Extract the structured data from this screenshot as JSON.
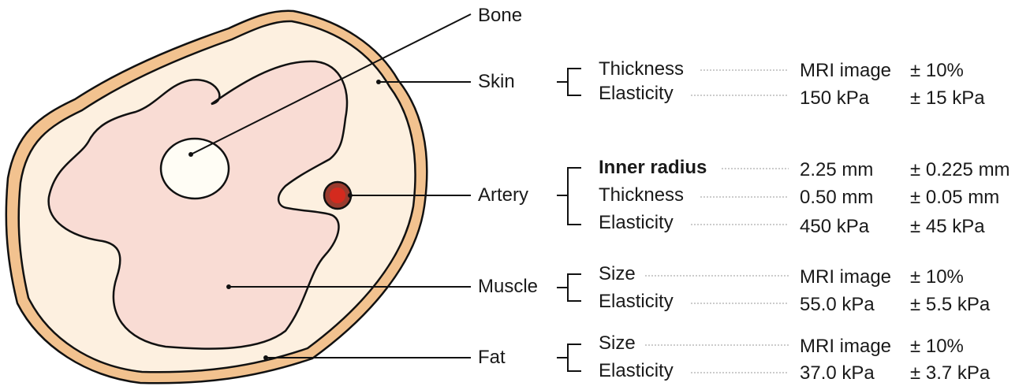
{
  "tissues": {
    "bone": {
      "label": "Bone"
    },
    "skin": {
      "label": "Skin",
      "rows": [
        {
          "property": "Thickness",
          "value": "MRI image",
          "tolerance": "± 10%"
        },
        {
          "property": "Elasticity",
          "value": "150 kPa",
          "tolerance": "± 15 kPa"
        }
      ]
    },
    "artery": {
      "label": "Artery",
      "rows": [
        {
          "property": "Inner radius",
          "value": "2.25 mm",
          "tolerance": "± 0.225 mm"
        },
        {
          "property": "Thickness",
          "value": "0.50 mm",
          "tolerance": "± 0.05 mm"
        },
        {
          "property": "Elasticity",
          "value": "450 kPa",
          "tolerance": "± 45 kPa"
        }
      ]
    },
    "muscle": {
      "label": "Muscle",
      "rows": [
        {
          "property": "Size",
          "value": "MRI image",
          "tolerance": "± 10%"
        },
        {
          "property": "Elasticity",
          "value": "55.0 kPa",
          "tolerance": "± 5.5 kPa"
        }
      ]
    },
    "fat": {
      "label": "Fat",
      "rows": [
        {
          "property": "Size",
          "value": "MRI image",
          "tolerance": "± 10%"
        },
        {
          "property": "Elasticity",
          "value": "37.0 kPa",
          "tolerance": "± 3.7 kPa"
        }
      ]
    }
  },
  "colors": {
    "skin": "#f2c28f",
    "fat": "#fdf0e0",
    "muscle": "#f9dcd4",
    "bone": "#fffdf5",
    "artery_wall": "#9b3b2e",
    "artery_lumen": "#d42a1e",
    "outline": "#111111",
    "leader": "#999999"
  }
}
